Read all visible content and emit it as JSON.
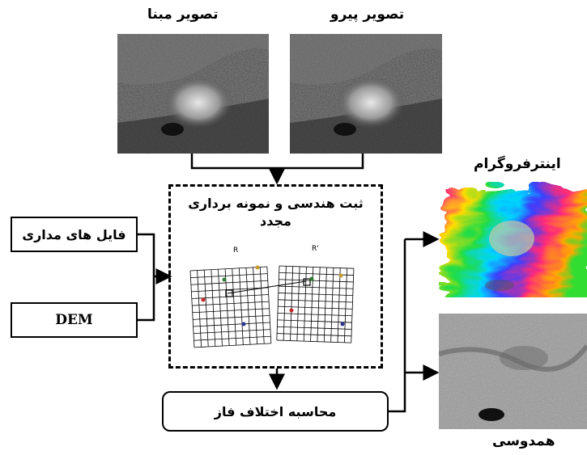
{
  "images": {
    "master_label": "تصویر مبنا",
    "slave_label": "تصویر پیرو",
    "interferogram_label": "اینترفروگرام",
    "coherence_label": "همدوسی"
  },
  "process": {
    "coregistration_line1": "ثبت هندسی و نمونه برداری",
    "coregistration_line2": "مجدد",
    "orbit_files": "فایل های مداری",
    "dem": "DEM",
    "phase_difference": "محاسبه اختلاف فاز"
  },
  "grid_labels": {
    "left": "R",
    "right": "R'"
  }
}
